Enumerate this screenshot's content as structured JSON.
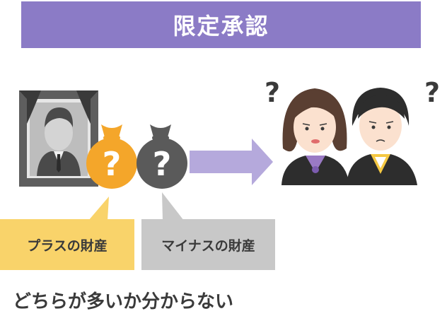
{
  "title": "限定承認",
  "labels": {
    "plus": "プラスの財産",
    "minus": "マイナスの財産"
  },
  "caption": "どちらが多いか分からない",
  "icons": {
    "plus_bag": "question-money-bag-icon",
    "minus_bag": "question-money-bag-icon",
    "question_marks": "question-mark-icon"
  },
  "colors": {
    "title_bg": "#8b7bc6",
    "plus": "#f4a62a",
    "plus_label": "#f9d36a",
    "minus": "#5a5a5a",
    "minus_label": "#c8c8c8",
    "arrow": "#b5a9dc",
    "portrait": "#555555"
  }
}
